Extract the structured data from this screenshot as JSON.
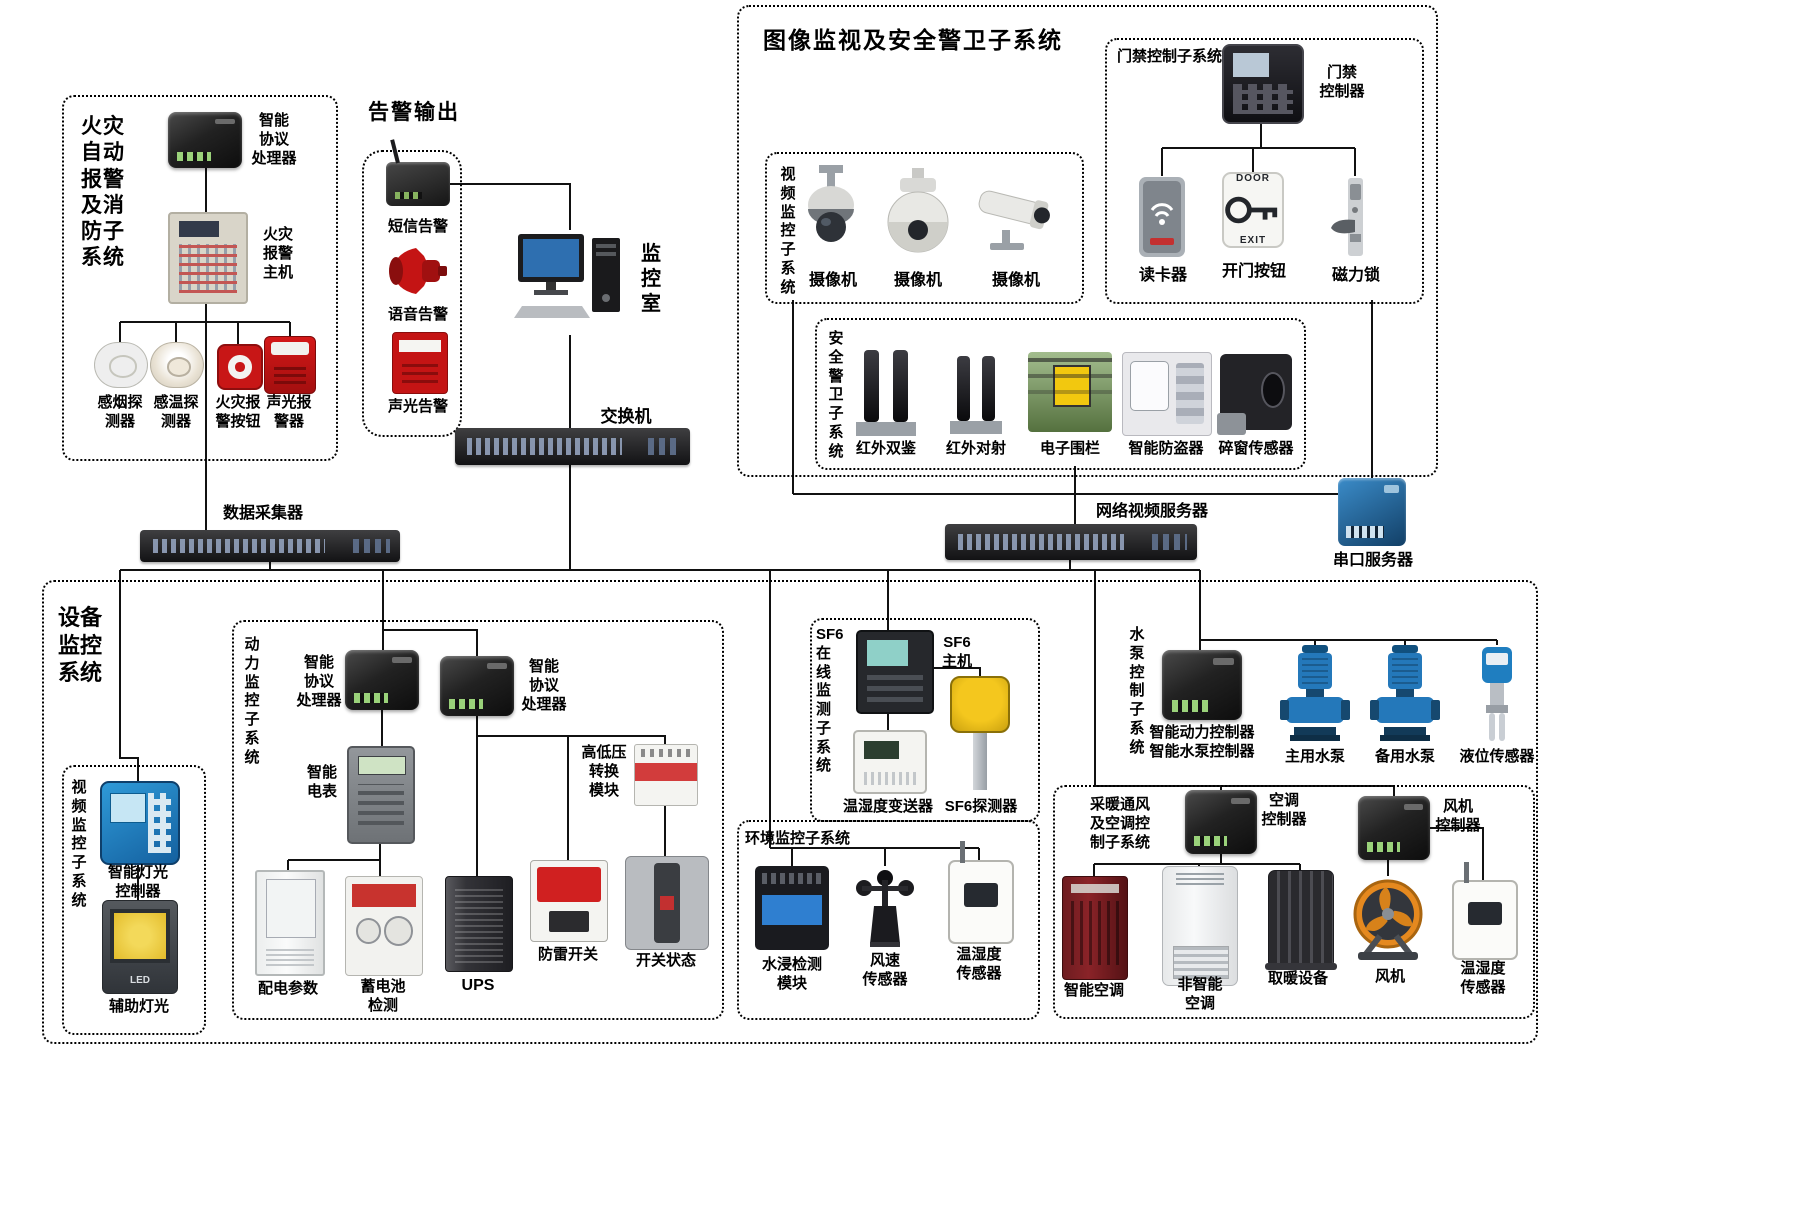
{
  "fire": {
    "title": "火灾自动报警及消防子系统",
    "processor": "智能\n协议\n处理器",
    "host": "火灾\n报警\n主机",
    "smoke": "感烟探\n测器",
    "temp": "感温探\n测器",
    "button": "火灾报\n警按钮",
    "soundlight": "声光报\n警器"
  },
  "alarm": {
    "title": "告警输出",
    "sms": "短信告警",
    "voice": "语音告警",
    "soundlight": "声光告警"
  },
  "monitor_room": "监控室",
  "switch": "交换机",
  "collector": "数据采集器",
  "nvr": "网络视频服务器",
  "serial": "串口服务器",
  "surv": {
    "title": "图像监视及安全警卫子系统",
    "video_title": "视频监控子系统",
    "cam1": "摄像机",
    "cam2": "摄像机",
    "cam3": "摄像机",
    "access_title": "门禁控制子系统",
    "controller": "门禁\n控制器",
    "reader": "读卡器",
    "exit": "开门按钮",
    "door": "DOOR",
    "exit_en": "EXIT",
    "maglock": "磁力锁",
    "security_title": "安全警卫子系统",
    "ir_dual": "红外双鉴",
    "ir_beam": "红外对射",
    "fence": "电子围栏",
    "antitheft": "智能防盗器",
    "window": "碎窗传感器"
  },
  "equip": {
    "title": "设备监控系统",
    "video": {
      "title": "视频监控子系统",
      "lightctrl": "智能灯光\n控制器",
      "aux": "辅助灯光",
      "led": "LED"
    },
    "power": {
      "title": "动力监控子系统",
      "proc1": "智能\n协议\n处理器",
      "proc2": "智能\n协议\n处理器",
      "meter": "智能\n电表",
      "hvlv": "高低压\n转换\n模块",
      "cabinet": "配电参数",
      "battery": "蓄电池\n检测",
      "ups": "UPS",
      "lightning": "防雷开关",
      "breaker": "开关状态"
    },
    "sf6": {
      "title": "SF6\n在\n线\n监\n测\n子\n系\n统",
      "host": "SF6\n主机",
      "trans": "温湿度变送器",
      "det": "SF6探测器"
    },
    "env": {
      "title": "环境监控子系统",
      "water": "水浸检测\n模块",
      "wind": "风速\n传感器",
      "hum": "温湿度\n传感器"
    },
    "pump": {
      "title": "水泵控制子系统",
      "ctrl": "智能动力控制器\n智能水泵控制器",
      "main": "主用水泵",
      "backup": "备用水泵",
      "level": "液位传感器"
    },
    "hvac": {
      "title": "采暖通风\n及空调控\n制子系统",
      "acctrl": "空调\n控制器",
      "fanctrl": "风机\n控制器",
      "smartac": "智能空调",
      "cabac": "非智能\n空调",
      "heater": "取暖设备",
      "fan": "风机",
      "hum": "温湿度\n传感器"
    }
  }
}
